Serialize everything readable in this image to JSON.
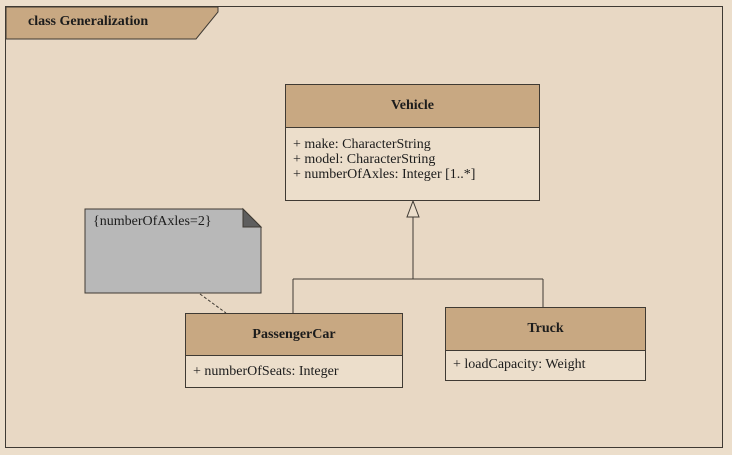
{
  "frame": {
    "label": "class Generalization"
  },
  "classes": {
    "vehicle": {
      "name": "Vehicle",
      "attributes": [
        "+ make:  CharacterString",
        "+ model:  CharacterString",
        "+ numberOfAxles:  Integer [1..*]"
      ]
    },
    "passenger_car": {
      "name": "PassengerCar",
      "attributes": [
        "+ numberOfSeats:  Integer"
      ]
    },
    "truck": {
      "name": "Truck",
      "attributes": [
        "+ loadCapacity:  Weight"
      ]
    }
  },
  "note": {
    "text": "{numberOfAxles=2}"
  },
  "colors": {
    "header_fill": "#c8a882",
    "body_fill": "#ecdecb",
    "note_fill": "#b8b8b8",
    "line": "#3f3a33"
  }
}
